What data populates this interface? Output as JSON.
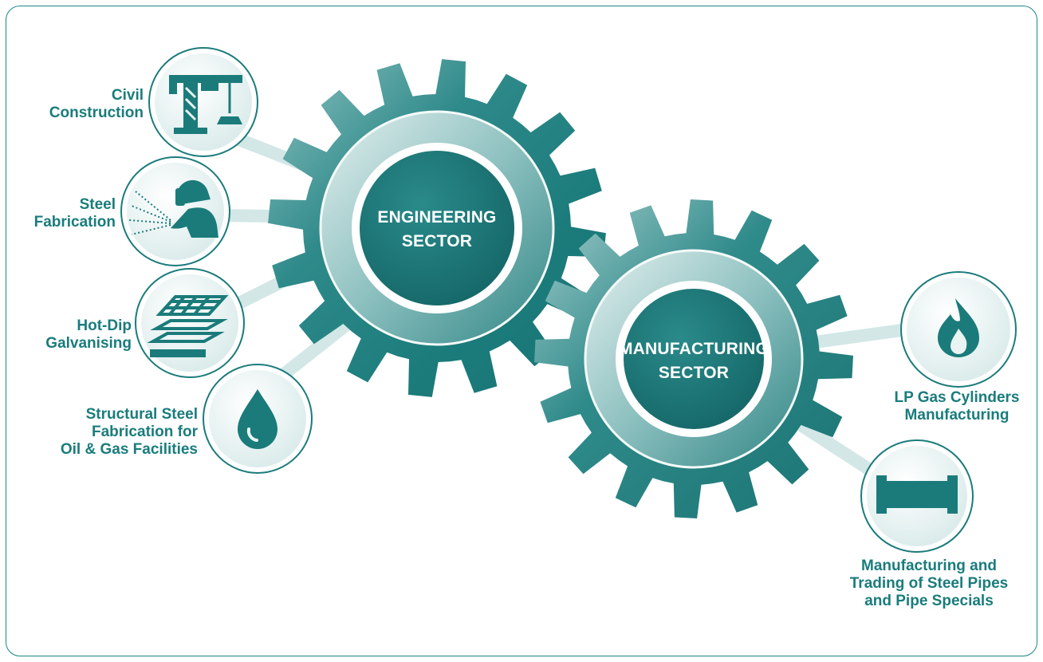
{
  "gears": {
    "engineering": "ENGINEERING\nSECTOR",
    "manufacturing": "MANUFACTURING\nSECTOR"
  },
  "services": {
    "civil": "Civil\nConstruction",
    "steel_fab": "Steel\nFabrication",
    "galvanising": "Hot-Dip\nGalvanising",
    "oil_gas": "Structural Steel\nFabrication for\nOil & Gas Facilities",
    "lpg": "LP Gas Cylinders\nManufacturing",
    "pipes": "Manufacturing and\nTrading of Steel Pipes\nand Pipe Specials"
  },
  "colors": {
    "teal": "#1b7b7b",
    "teal_dark": "#155f60",
    "teal_light": "#cfe5e4",
    "label": "#1a7c7c"
  },
  "icons": [
    "crane-icon",
    "welder-icon",
    "grating-icon",
    "oil-drop-icon",
    "flame-icon",
    "pipe-icon"
  ]
}
